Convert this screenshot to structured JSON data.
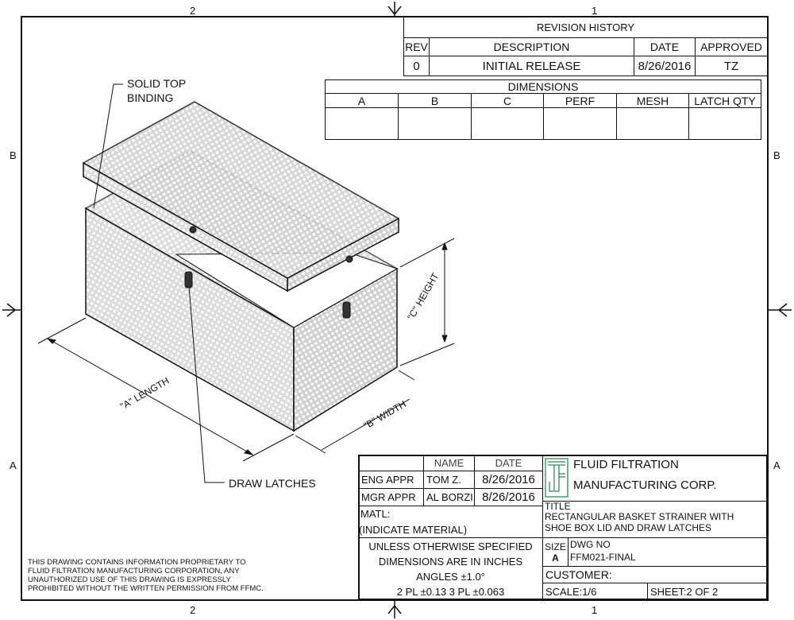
{
  "zones": {
    "top": [
      "2",
      "1"
    ],
    "bottom": [
      "2",
      "1"
    ],
    "left": [
      "B",
      "A"
    ],
    "right": [
      "B",
      "A"
    ]
  },
  "revision": {
    "title": "REVISION HISTORY",
    "headers": [
      "REV",
      "DESCRIPTION",
      "DATE",
      "APPROVED"
    ],
    "rows": [
      [
        "0",
        "INITIAL RELEASE",
        "8/26/2016",
        "TZ"
      ]
    ]
  },
  "dimensions": {
    "title": "DIMENSIONS",
    "headers": [
      "A",
      "B",
      "C",
      "PERF",
      "MESH",
      "LATCH QTY"
    ]
  },
  "callouts": {
    "top_binding_1": "SOLID TOP",
    "top_binding_2": "BINDING",
    "latches": "DRAW LATCHES",
    "a": "\"A\" LENGTH",
    "b": "\"B\" WIDTH",
    "c": "\"C\" HEIGHT"
  },
  "notice": [
    "THIS DRAWING CONTAINS INFORMATION PROPRIETARY TO",
    "FLUID FILTRATION MANUFACTURING CORPORATION, ANY",
    "UNAUTHORIZED USE OF THIS DRAWING IS EXPRESSLY",
    "PROHIBITED WITHOUT THE WRITTEN PERMISSION FROM FFMC."
  ],
  "title_block": {
    "name_header": "NAME",
    "date_header": "DATE",
    "eng_label": "ENG APPR",
    "eng_name": "TOM Z.",
    "eng_date": "8/26/2016",
    "mgr_label": "MGR APPR",
    "mgr_name": "AL BORZI",
    "mgr_date": "8/26/2016",
    "matl_label": "MATL:",
    "matl_value": "(INDICATE MATERIAL)",
    "tolerance": [
      "UNLESS OTHERWISE SPECIFIED",
      "DIMENSIONS ARE IN INCHES",
      "ANGLES ±1.0°",
      "2 PL ±0.13 3 PL ±0.063"
    ],
    "company_1": "FLUID FILTRATION",
    "company_2": "MANUFACTURING CORP.",
    "title_label": "TITLE",
    "title_1": "RECTANGULAR BASKET STRAINER WITH",
    "title_2": "SHOE BOX LID AND DRAW LATCHES",
    "size_label": "SIZE",
    "size_value": "A",
    "dwg_label": "DWG NO",
    "dwg_value": "FFM021-FINAL",
    "customer_label": "CUSTOMER:",
    "scale": "SCALE:1/6",
    "sheet": "SHEET:2  OF 2",
    "logo_color": "#2e8b57"
  }
}
